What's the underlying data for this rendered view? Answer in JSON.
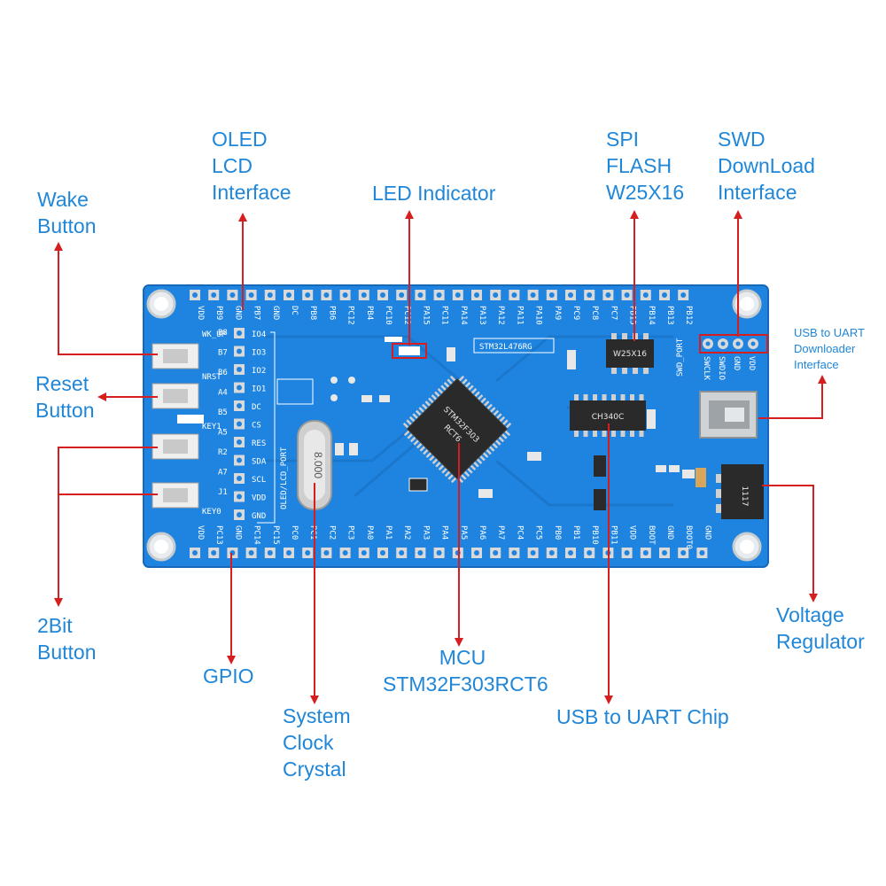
{
  "colors": {
    "board": "#1f84e0",
    "board_dark": "#1668b8",
    "label": "#1f86d8",
    "arrow": "#d71e1e",
    "chip": "#2a2a2a",
    "pad": "#d9d9d9"
  },
  "labels": {
    "oled": "OLED\nLCD\nInterface",
    "led": "LED Indicator",
    "spi": "SPI\nFLASH\nW25X16",
    "swd": "SWD\nDownLoad\nInterface",
    "wake": "Wake\nButton",
    "reset": "Reset\nButton",
    "usb_uart_interface": "USB to UART\nDownloader\nInterface",
    "bit2": "2Bit\nButton",
    "gpio": "GPIO",
    "mcu": "MCU\nSTM32F303RCT6",
    "voltage": "Voltage\nRegulator",
    "usb_uart_chip": "USB to UART Chip",
    "crystal": "System\nClock\nCrystal"
  },
  "silkscreen": {
    "top_pins": [
      "VDD",
      "PB9",
      "GND",
      "PB7",
      "GND",
      "DC",
      "PB8",
      "PB6",
      "PC12",
      "PB4",
      "PC10",
      "PC12",
      "PA15",
      "PC11",
      "PA14",
      "PA13",
      "PA12",
      "PA11",
      "PA10",
      "PA9",
      "PC9",
      "PC8",
      "PC7",
      "PB15",
      "PB14",
      "PB13",
      "PB12"
    ],
    "bottom_pins": [
      "VDD",
      "PC13",
      "GND",
      "PC14",
      "PC15",
      "PC0",
      "PC1",
      "PC2",
      "PC3",
      "PA0",
      "PA1",
      "PA2",
      "PA3",
      "PA4",
      "PA5",
      "PA6",
      "PA7",
      "PC4",
      "PC5",
      "PB0",
      "PB1",
      "PB10",
      "PB11",
      "VDD",
      "BOOT",
      "GND",
      "BOOT0",
      "GND"
    ],
    "lcd_pins": [
      "IO4",
      "IO3",
      "IO2",
      "IO1",
      "DC",
      "CS",
      "RES",
      "SDA",
      "SCL",
      "VDD",
      "GND"
    ],
    "key_pins": [
      "B8",
      "B7",
      "B6",
      "A4",
      "B5",
      "A5",
      "R2",
      "A7",
      "J1"
    ],
    "swd_pins": [
      "SWCLK",
      "SWDIO",
      "GND",
      "VDD"
    ],
    "button_labels": [
      "WK_UP",
      "NRST",
      "KEY1",
      "KEY0"
    ],
    "mcu_text": "STM32F303\nRCT6",
    "flash_text": "W25X16",
    "uart_text": "CH340C",
    "reg_text": "1117",
    "crystal_text": "8.000",
    "board_name": "STM32L476RG",
    "swd_port": "SWD_PORT",
    "lcd_port": "OLED/LCD_PORT"
  }
}
